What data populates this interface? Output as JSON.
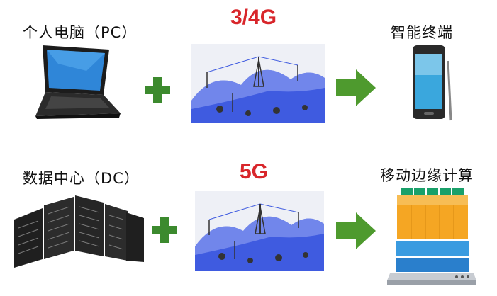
{
  "row1": {
    "left_label": "个人电脑（PC）",
    "network_label": "3/4G",
    "right_label": "智能终端"
  },
  "row2": {
    "left_label": "数据中心（DC）",
    "network_label": "5G",
    "right_label": "移动边缘计算"
  },
  "colors": {
    "plus": "#3c8a2e",
    "arrow": "#4e9a2e",
    "network_title": "#d8262b",
    "hill": "#3f5be0"
  }
}
